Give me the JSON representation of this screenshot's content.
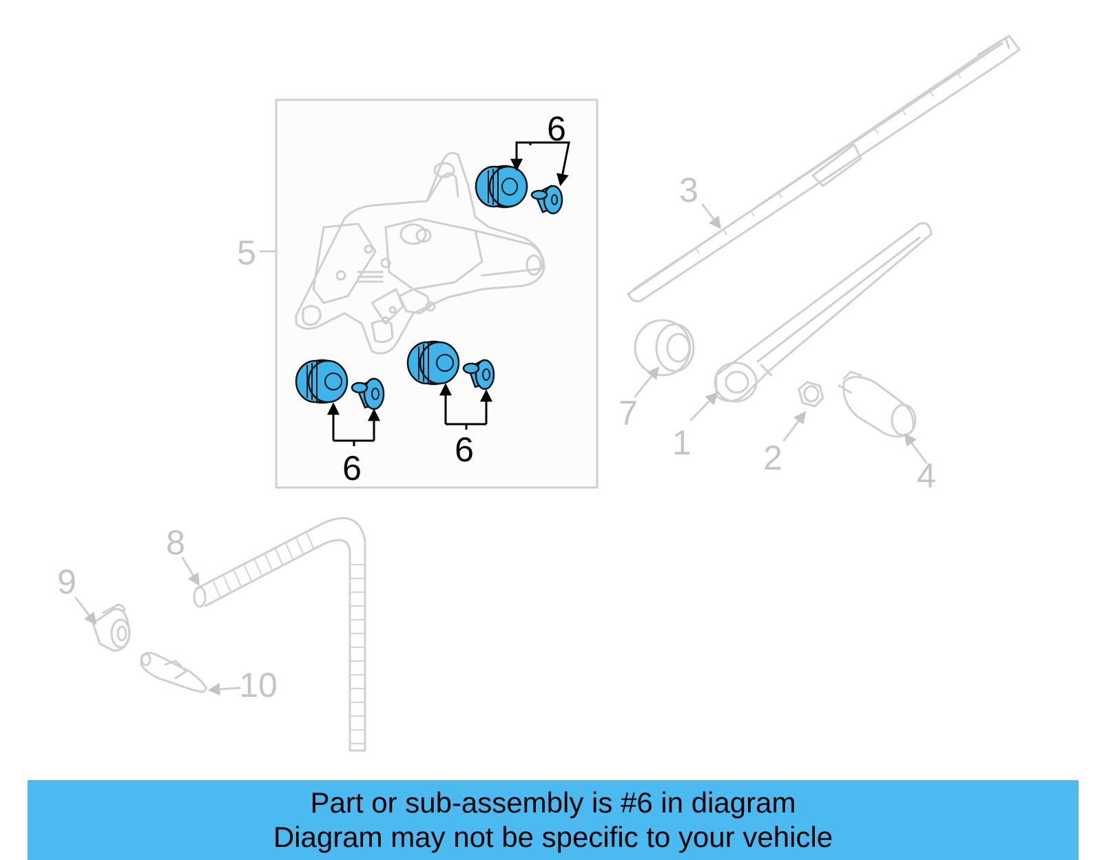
{
  "colors": {
    "highlight": "#3db4ea",
    "banner": "#4bbaf1",
    "ghost_gray": "#cfcfcf"
  },
  "callouts": {
    "c1": "1",
    "c2": "2",
    "c3": "3",
    "c4": "4",
    "c5": "5",
    "c6_top": "6",
    "c6_bottom_left": "6",
    "c6_bottom_right": "6",
    "c7": "7",
    "c8": "8",
    "c9": "9",
    "c10": "10"
  },
  "banner": {
    "line1": "Part or sub-assembly is #6 in diagram",
    "line2": "Diagram may not be specific to your vehicle"
  }
}
